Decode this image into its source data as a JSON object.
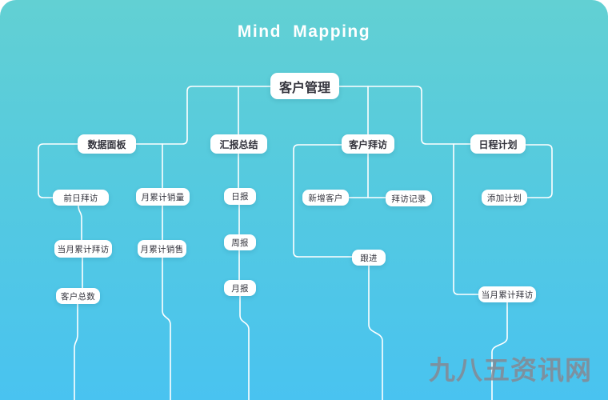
{
  "title": "Mind  Mapping",
  "root": "客户管理",
  "branches": [
    {
      "label": "数据面板",
      "columns": [
        [
          "前日拜访",
          "当月累计拜访",
          "客户总数"
        ],
        [
          "月累计销量",
          "月累计销售"
        ]
      ]
    },
    {
      "label": "汇报总结",
      "items": [
        "日报",
        "周报",
        "月报"
      ]
    },
    {
      "label": "客户拜访",
      "items": [
        "新增客户",
        "拜访记录",
        "跟进"
      ]
    },
    {
      "label": "日程计划",
      "items": [
        "添加计划",
        "当月累计拜访"
      ]
    }
  ],
  "watermark": "九八五资讯网",
  "colors": {
    "background_top": "#62d0d3",
    "background_bottom": "#49c3f0",
    "node_background": "#ffffff",
    "node_text": "#33333c",
    "connector_line": "#ffffff",
    "watermark_text": "#87878f"
  }
}
